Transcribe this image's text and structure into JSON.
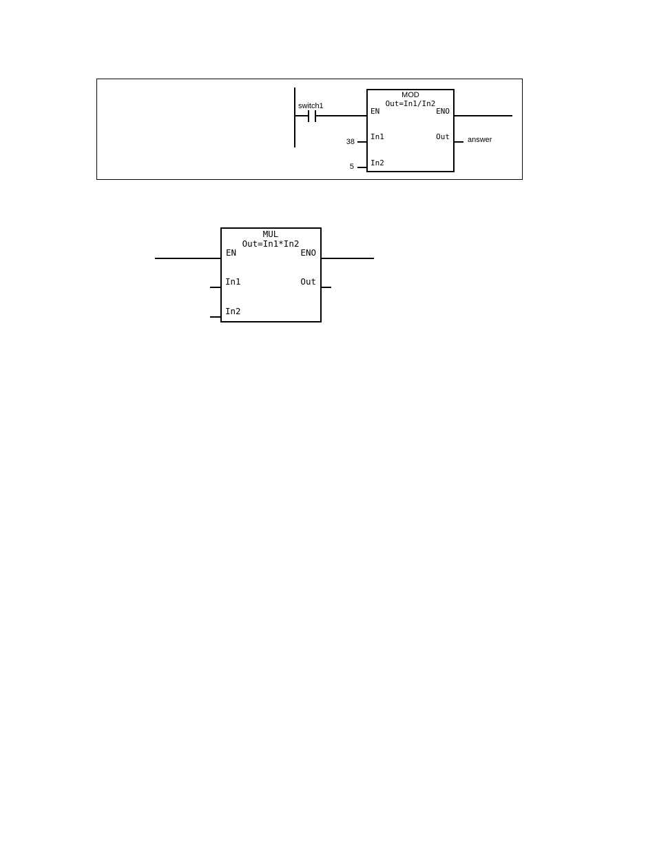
{
  "diagram1": {
    "contact": {
      "label": "switch1"
    },
    "block": {
      "name": "MOD",
      "formula": "Out=In1/In2",
      "en": "EN",
      "eno": "ENO",
      "in1": "In1",
      "in2": "In2",
      "out": "Out"
    },
    "in1_value": "38",
    "in2_value": "5",
    "out_variable": "answer"
  },
  "diagram2": {
    "block": {
      "name": "MUL",
      "formula": "Out=In1*In2",
      "en": "EN",
      "eno": "ENO",
      "in1": "In1",
      "in2": "In2",
      "out": "Out"
    }
  }
}
